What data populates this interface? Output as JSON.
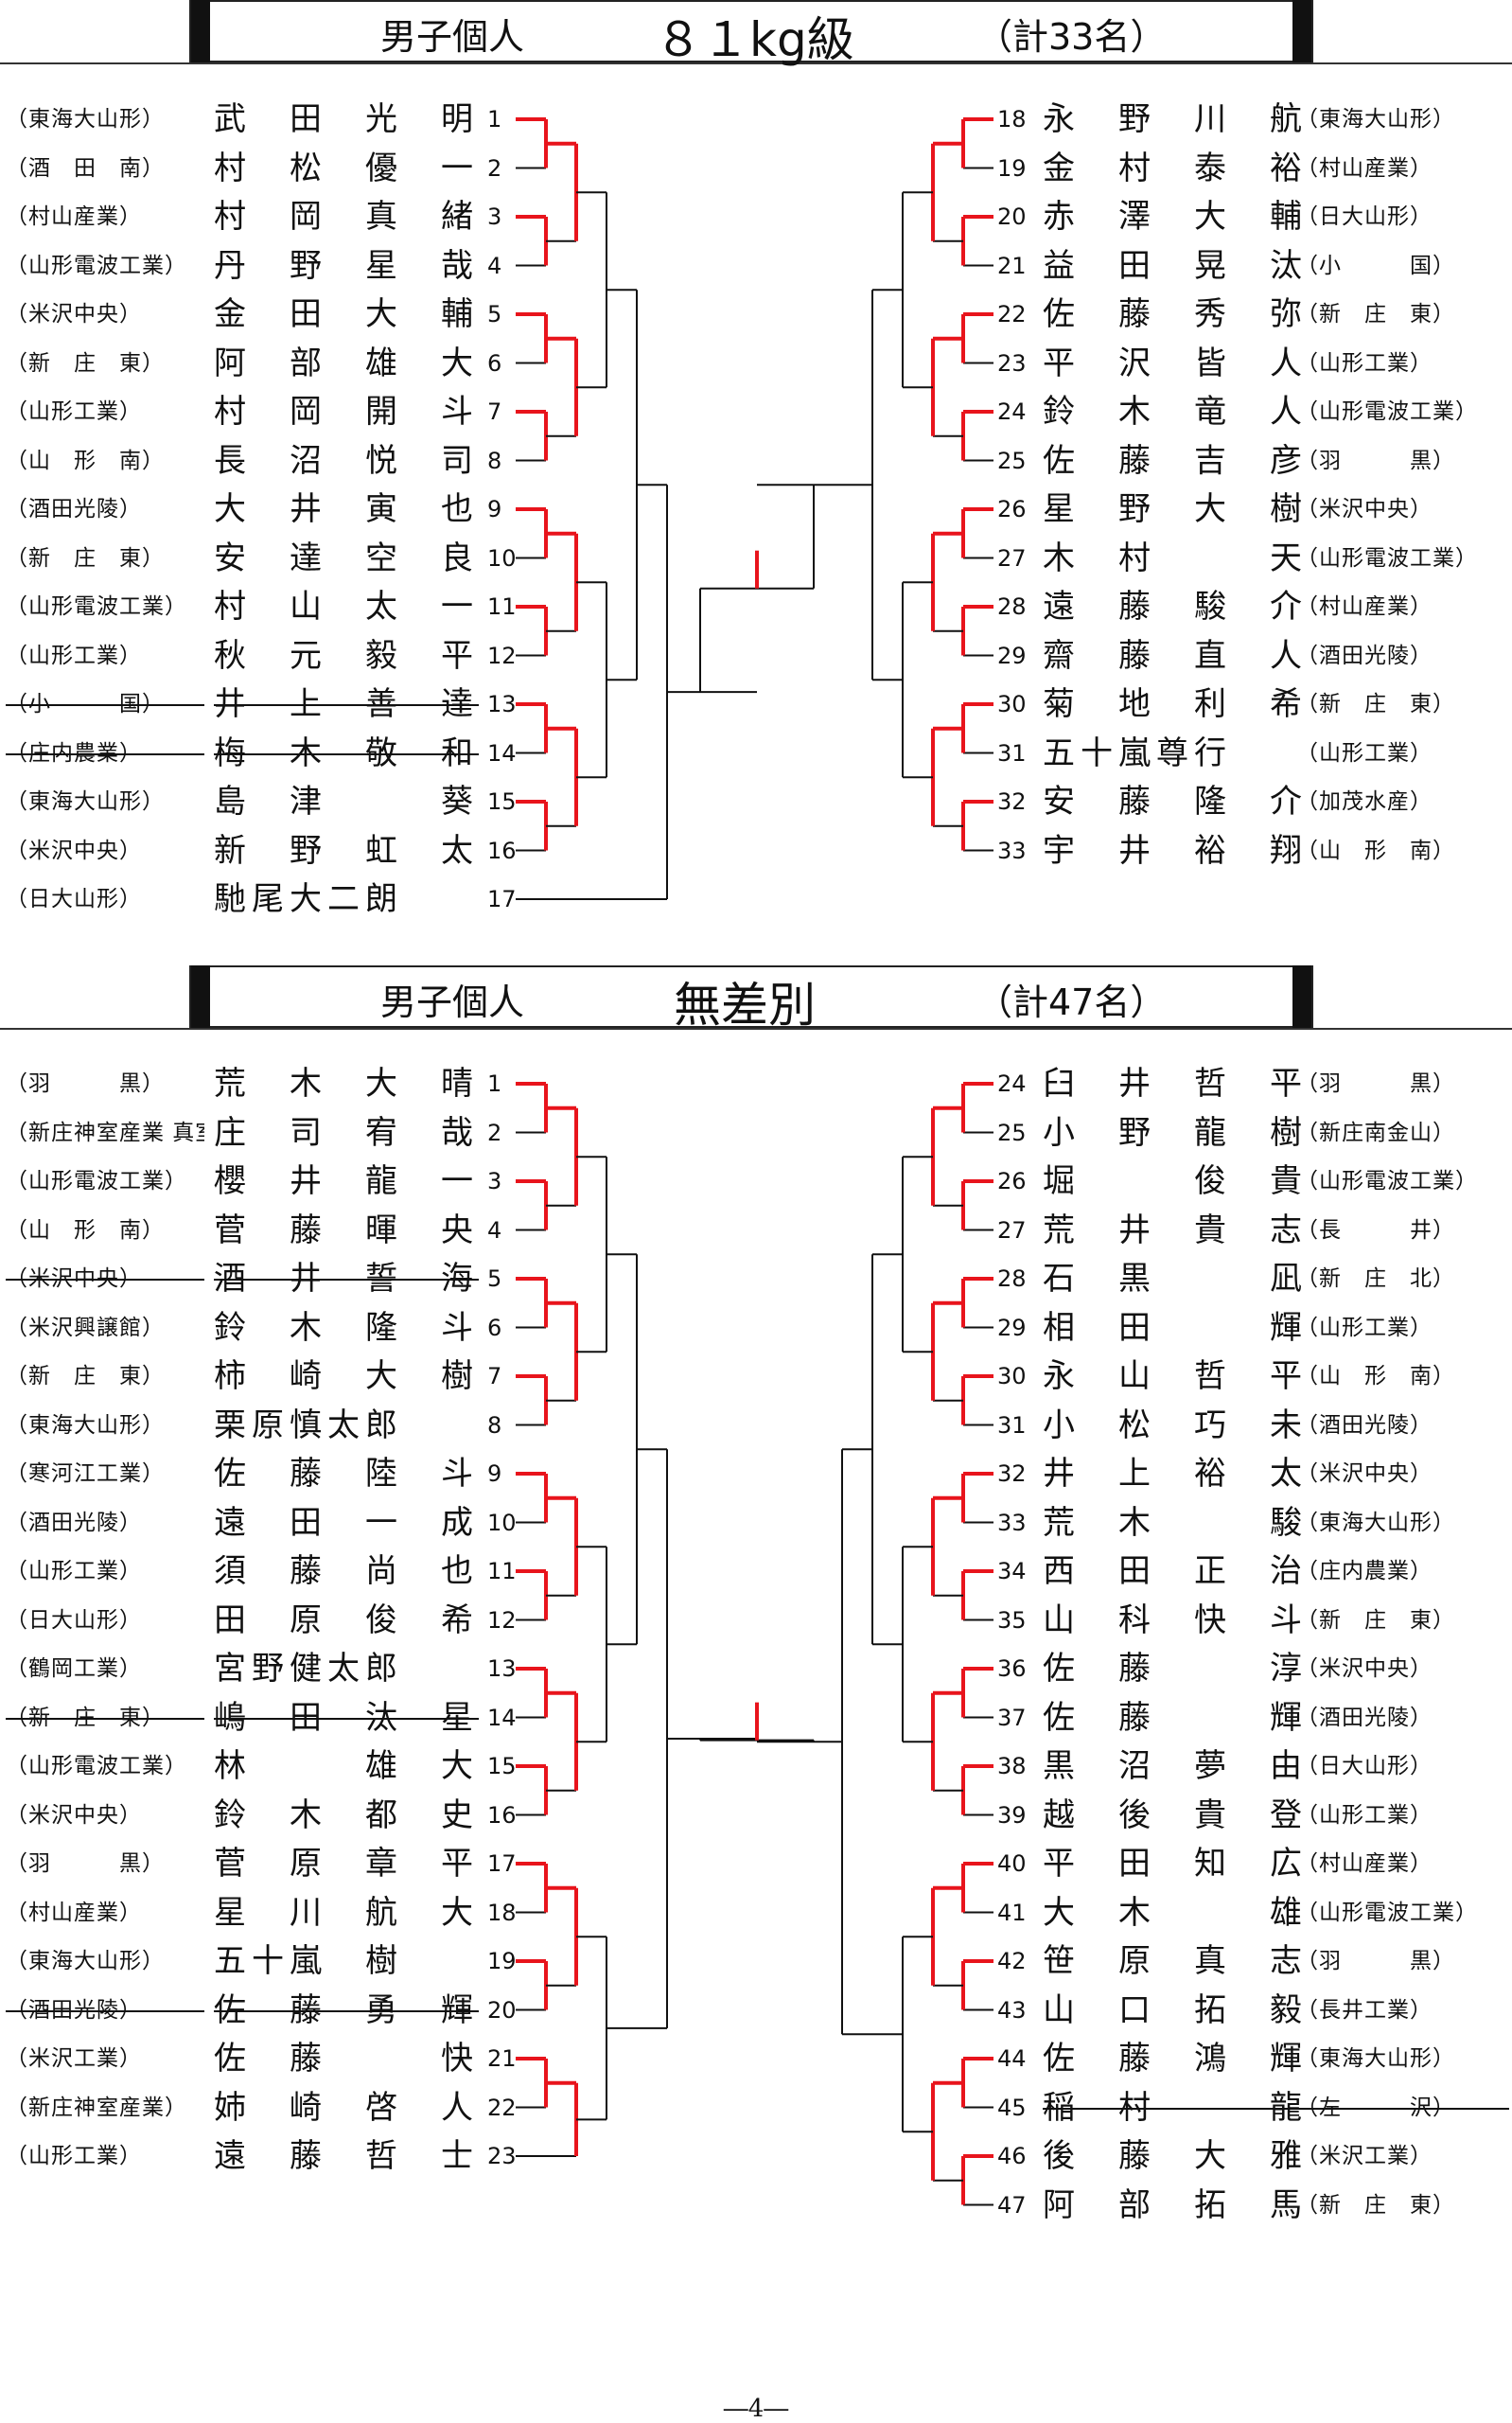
{
  "sections": [
    {
      "title": "男子個人",
      "weight": "８１kg級",
      "total": "（計33名）",
      "left": [
        {
          "school": "（東海大山形）",
          "name": "武　田　光　明",
          "num": "1"
        },
        {
          "school": "（酒　田　南）",
          "name": "村　松　優　一",
          "num": "2"
        },
        {
          "school": "（村山産業）",
          "name": "村　岡　真　緒",
          "num": "3"
        },
        {
          "school": "（山形電波工業）",
          "name": "丹　野　星　哉",
          "num": "4"
        },
        {
          "school": "（米沢中央）",
          "name": "金　田　大　輔",
          "num": "5"
        },
        {
          "school": "（新　庄　東）",
          "name": "阿　部　雄　大",
          "num": "6"
        },
        {
          "school": "（山形工業）",
          "name": "村　岡　開　斗",
          "num": "7"
        },
        {
          "school": "（山　形　南）",
          "name": "長　沼　悦　司",
          "num": "8"
        },
        {
          "school": "（酒田光陵）",
          "name": "大　井　寅　也",
          "num": "9"
        },
        {
          "school": "（新　庄　東）",
          "name": "安　達　空　良",
          "num": "10"
        },
        {
          "school": "（山形電波工業）",
          "name": "村　山　太　一",
          "num": "11"
        },
        {
          "school": "（山形工業）",
          "name": "秋　元　毅　平",
          "num": "12"
        },
        {
          "school": "（小　　　国）",
          "name": "井　上　善　達",
          "num": "13",
          "strike": true
        },
        {
          "school": "（庄内農業）",
          "name": "梅　木　敬　和",
          "num": "14",
          "strike": true
        },
        {
          "school": "（東海大山形）",
          "name": "島　津　　　葵",
          "num": "15"
        },
        {
          "school": "（米沢中央）",
          "name": "新　野　虹　太",
          "num": "16"
        },
        {
          "school": "（日大山形）",
          "name": "馳尾大二朗",
          "num": "17"
        }
      ],
      "right": [
        {
          "num": "18",
          "name": "永　野　川　航",
          "school": "（東海大山形）"
        },
        {
          "num": "19",
          "name": "金　村　泰　裕",
          "school": "（村山産業）"
        },
        {
          "num": "20",
          "name": "赤　澤　大　輔",
          "school": "（日大山形）"
        },
        {
          "num": "21",
          "name": "益　田　晃　汰",
          "school": "（小　　　国）"
        },
        {
          "num": "22",
          "name": "佐　藤　秀　弥",
          "school": "（新　庄　東）"
        },
        {
          "num": "23",
          "name": "平　沢　皆　人",
          "school": "（山形工業）"
        },
        {
          "num": "24",
          "name": "鈴　木　竜　人",
          "school": "（山形電波工業）"
        },
        {
          "num": "25",
          "name": "佐　藤　吉　彦",
          "school": "（羽　　　黒）"
        },
        {
          "num": "26",
          "name": "星　野　大　樹",
          "school": "（米沢中央）"
        },
        {
          "num": "27",
          "name": "木　村　　　天",
          "school": "（山形電波工業）"
        },
        {
          "num": "28",
          "name": "遠　藤　駿　介",
          "school": "（村山産業）"
        },
        {
          "num": "29",
          "name": "齋　藤　直　人",
          "school": "（酒田光陵）"
        },
        {
          "num": "30",
          "name": "菊　地　利　希",
          "school": "（新　庄　東）"
        },
        {
          "num": "31",
          "name": "五十嵐尊行",
          "school": "（山形工業）"
        },
        {
          "num": "32",
          "name": "安　藤　隆　介",
          "school": "（加茂水産）"
        },
        {
          "num": "33",
          "name": "宇　井　裕　翔",
          "school": "（山　形　南）"
        }
      ]
    },
    {
      "title": "男子個人",
      "weight": "無差別",
      "total": "（計47名）",
      "left": [
        {
          "school": "（羽　　　黒）",
          "name": "荒　木　大　晴",
          "num": "1"
        },
        {
          "school": "（新庄神室産業 真室川）",
          "name": "庄　司　宥　哉",
          "num": "2"
        },
        {
          "school": "（山形電波工業）",
          "name": "櫻　井　龍　一",
          "num": "3"
        },
        {
          "school": "（山　形　南）",
          "name": "菅　藤　暉　央",
          "num": "4"
        },
        {
          "school": "（米沢中央）",
          "name": "酒　井　誓　海",
          "num": "5",
          "strike": true
        },
        {
          "school": "（米沢興譲館）",
          "name": "鈴　木　隆　斗",
          "num": "6"
        },
        {
          "school": "（新　庄　東）",
          "name": "柿　崎　大　樹",
          "num": "7"
        },
        {
          "school": "（東海大山形）",
          "name": "栗原慎太郎",
          "num": "8"
        },
        {
          "school": "（寒河江工業）",
          "name": "佐　藤　陸　斗",
          "num": "9"
        },
        {
          "school": "（酒田光陵）",
          "name": "遠　田　一　成",
          "num": "10"
        },
        {
          "school": "（山形工業）",
          "name": "須　藤　尚　也",
          "num": "11"
        },
        {
          "school": "（日大山形）",
          "name": "田　原　俊　希",
          "num": "12"
        },
        {
          "school": "（鶴岡工業）",
          "name": "宮野健太郎",
          "num": "13"
        },
        {
          "school": "（新　庄　東）",
          "name": "嶋　田　汰　星",
          "num": "14",
          "strike": true
        },
        {
          "school": "（山形電波工業）",
          "name": "林　　　雄　大",
          "num": "15"
        },
        {
          "school": "（米沢中央）",
          "name": "鈴　木　都　史",
          "num": "16"
        },
        {
          "school": "（羽　　　黒）",
          "name": "菅　原　章　平",
          "num": "17"
        },
        {
          "school": "（村山産業）",
          "name": "星　川　航　大",
          "num": "18"
        },
        {
          "school": "（東海大山形）",
          "name": "五十嵐　樹",
          "num": "19"
        },
        {
          "school": "（酒田光陵）",
          "name": "佐　藤　勇　輝",
          "num": "20",
          "strike": true
        },
        {
          "school": "（米沢工業）",
          "name": "佐　藤　　　快",
          "num": "21"
        },
        {
          "school": "（新庄神室産業）",
          "name": "姉　崎　啓　人",
          "num": "22"
        },
        {
          "school": "（山形工業）",
          "name": "遠　藤　哲　士",
          "num": "23"
        }
      ],
      "right": [
        {
          "num": "24",
          "name": "臼　井　哲　平",
          "school": "（羽　　　黒）"
        },
        {
          "num": "25",
          "name": "小　野　龍　樹",
          "school": "（新庄南金山）"
        },
        {
          "num": "26",
          "name": "堀　　　俊　貴",
          "school": "（山形電波工業）"
        },
        {
          "num": "27",
          "name": "荒　井　貴　志",
          "school": "（長　　　井）"
        },
        {
          "num": "28",
          "name": "石　黒　　　凪",
          "school": "（新　庄　北）"
        },
        {
          "num": "29",
          "name": "相　田　　　輝",
          "school": "（山形工業）"
        },
        {
          "num": "30",
          "name": "永　山　哲　平",
          "school": "（山　形　南）"
        },
        {
          "num": "31",
          "name": "小　松　巧　未",
          "school": "（酒田光陵）"
        },
        {
          "num": "32",
          "name": "井　上　裕　太",
          "school": "（米沢中央）"
        },
        {
          "num": "33",
          "name": "荒　木　　　駿",
          "school": "（東海大山形）"
        },
        {
          "num": "34",
          "name": "西　田　正　治",
          "school": "（庄内農業）"
        },
        {
          "num": "35",
          "name": "山　科　快　斗",
          "school": "（新　庄　東）"
        },
        {
          "num": "36",
          "name": "佐　藤　　　淳",
          "school": "（米沢中央）"
        },
        {
          "num": "37",
          "name": "佐　藤　　　輝",
          "school": "（酒田光陵）"
        },
        {
          "num": "38",
          "name": "黒　沼　夢　由",
          "school": "（日大山形）"
        },
        {
          "num": "39",
          "name": "越　後　貴　登",
          "school": "（山形工業）"
        },
        {
          "num": "40",
          "name": "平　田　知　広",
          "school": "（村山産業）"
        },
        {
          "num": "41",
          "name": "大　木　　　雄",
          "school": "（山形電波工業）"
        },
        {
          "num": "42",
          "name": "笹　原　真　志",
          "school": "（羽　　　黒）"
        },
        {
          "num": "43",
          "name": "山　口　拓　毅",
          "school": "（長井工業）"
        },
        {
          "num": "44",
          "name": "佐　藤　鴻　輝",
          "school": "（東海大山形）"
        },
        {
          "num": "45",
          "name": "稲　村　　　龍",
          "school": "（左　　　沢）",
          "strike": true
        },
        {
          "num": "46",
          "name": "後　藤　大　雅",
          "school": "（米沢工業）"
        },
        {
          "num": "47",
          "name": "阿　部　拓　馬",
          "school": "（新　庄　東）"
        }
      ]
    }
  ],
  "footer": "―4―",
  "colors": {
    "winner": "#e8141c",
    "line": "#111111"
  }
}
